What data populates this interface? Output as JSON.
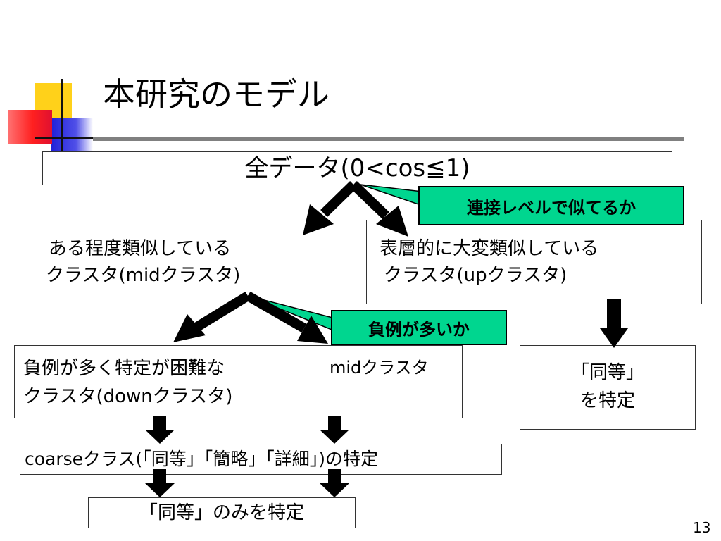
{
  "slide": {
    "title": "本研究のモデル",
    "page_number": "13"
  },
  "diagram": {
    "all_data": "全データ(0<cos≦1)",
    "callout_similarity": "連接レベルで似てるか",
    "mid_cluster_box": {
      "line1": "ある程度類似している",
      "line2": "クラスタ(midクラスタ)"
    },
    "up_cluster_box": {
      "line1": "表層的に大変類似している",
      "line2": "クラスタ(upクラスタ)"
    },
    "callout_negatives": "負例が多いか",
    "down_cluster_box": {
      "line1": "負例が多く特定が困難な",
      "line2": "クラスタ(downクラスタ)"
    },
    "mid_cluster_small": "midクラスタ",
    "identify_equal_box": {
      "line1": "「同等」",
      "line2": "を特定"
    },
    "coarse_class": "coarseクラス(「同等」「簡略」「詳細」)の特定",
    "only_equal": "「同等」のみを特定"
  },
  "colors": {
    "callout_fill": "#00d68f",
    "deco_yellow": "#ffd11a",
    "deco_blue": "#2020d8",
    "deco_red": "#ff3030"
  }
}
